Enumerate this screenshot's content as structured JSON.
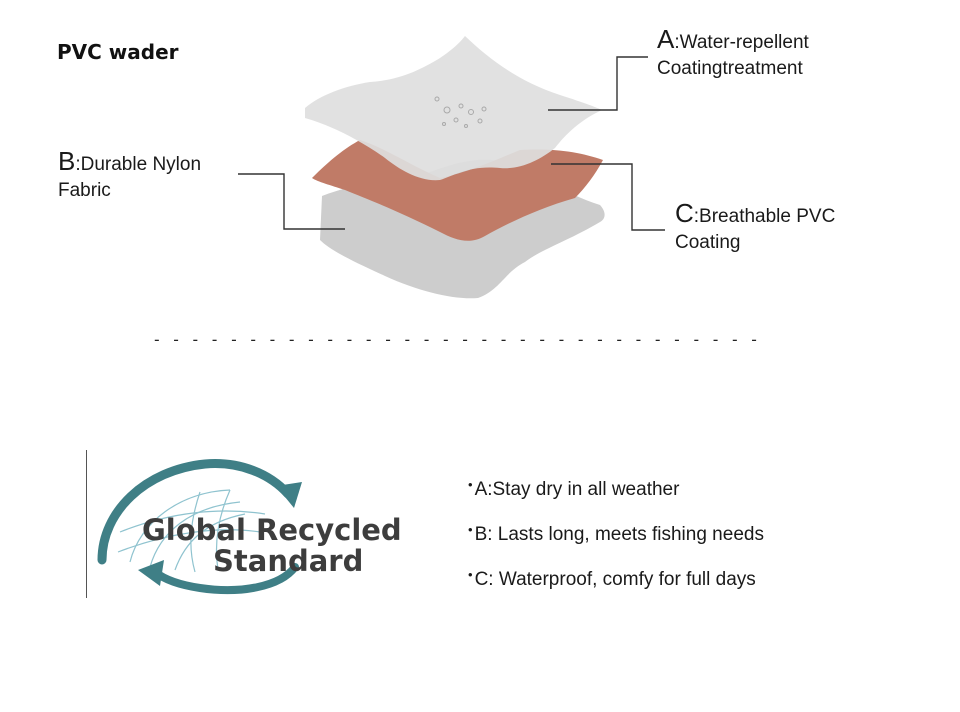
{
  "title": "PVC wader",
  "labels": {
    "a": {
      "letter": "A",
      "text_line1": ":Water-repellent",
      "text_line2": "Coatingtreatment"
    },
    "b": {
      "letter": "B",
      "text_line1": ":Durable Nylon",
      "text_line2": "Fabric"
    },
    "c": {
      "letter": "C",
      "text_line1": ":Breathable PVC",
      "text_line2": "Coating"
    }
  },
  "divider": "- - - - - - - - - - - - - - - - - - - - - - - - - - - - - - - - - - - - - - - - - - - - - - - - - - - - - - - -",
  "logo": {
    "line1": "Global Recycled",
    "line2": "Standard"
  },
  "benefits": [
    {
      "bullet": "•",
      "text": "A:Stay dry in all weather"
    },
    {
      "bullet": "•",
      "text": "B: Lasts long, meets fishing needs"
    },
    {
      "bullet": "•",
      "text": "C: Waterproof, comfy for full days"
    }
  ],
  "colors": {
    "layer_a": "#dedede",
    "layer_b": "#c07b67",
    "layer_c": "#cdcdcd",
    "logo_teal": "#3f7f86",
    "logo_light": "#8fc3cf"
  }
}
